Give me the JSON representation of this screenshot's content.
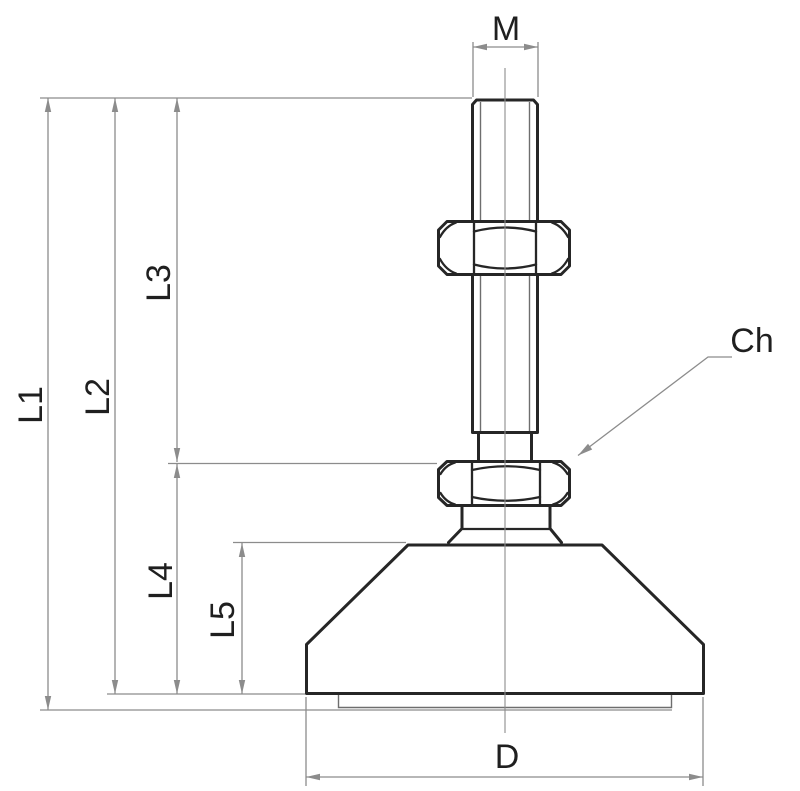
{
  "drawing": {
    "kind": "technical dimensional drawing",
    "subject": "adjustable levelling foot, side elevation",
    "labels": {
      "m": "M",
      "l1": "L1",
      "l2": "L2",
      "l3": "L3",
      "l4": "L4",
      "l5": "L5",
      "ch": "Ch",
      "d": "D"
    },
    "colors": {
      "background": "#ffffff",
      "part_outline": "#262626",
      "part_thin_line": "#6e6e6e",
      "dimension_line": "#8c8c8c",
      "label_text": "#1f1f1f"
    }
  }
}
